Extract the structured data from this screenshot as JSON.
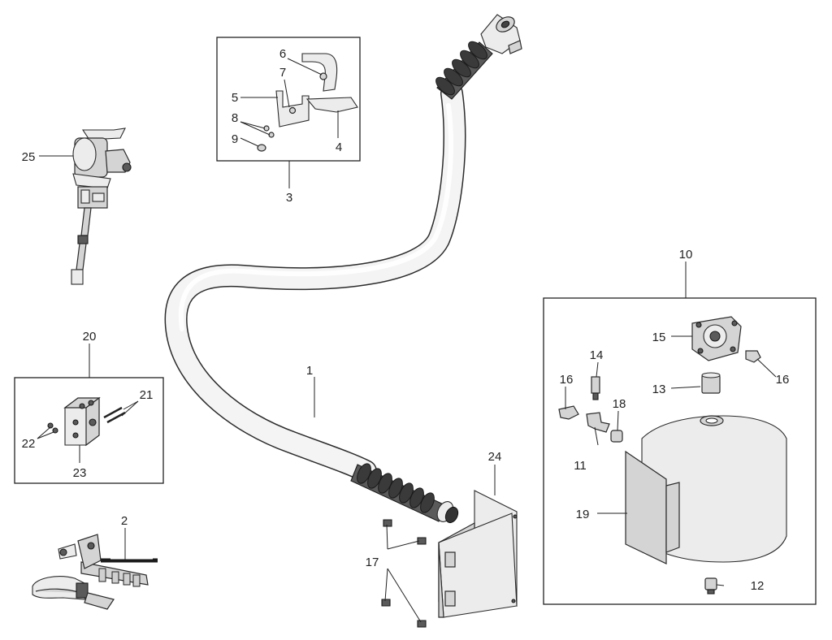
{
  "diagram": {
    "callouts": {
      "c1": "1",
      "c2": "2",
      "c3": "3",
      "c4": "4",
      "c5": "5",
      "c6": "6",
      "c7": "7",
      "c8": "8",
      "c9": "9",
      "c10": "10",
      "c11": "11",
      "c12": "12",
      "c13": "13",
      "c14": "14",
      "c15": "15",
      "c16a": "16",
      "c16b": "16",
      "c17": "17",
      "c18": "18",
      "c19": "19",
      "c20": "20",
      "c21": "21",
      "c22": "22",
      "c23": "23",
      "c24": "24",
      "c25": "25"
    }
  }
}
